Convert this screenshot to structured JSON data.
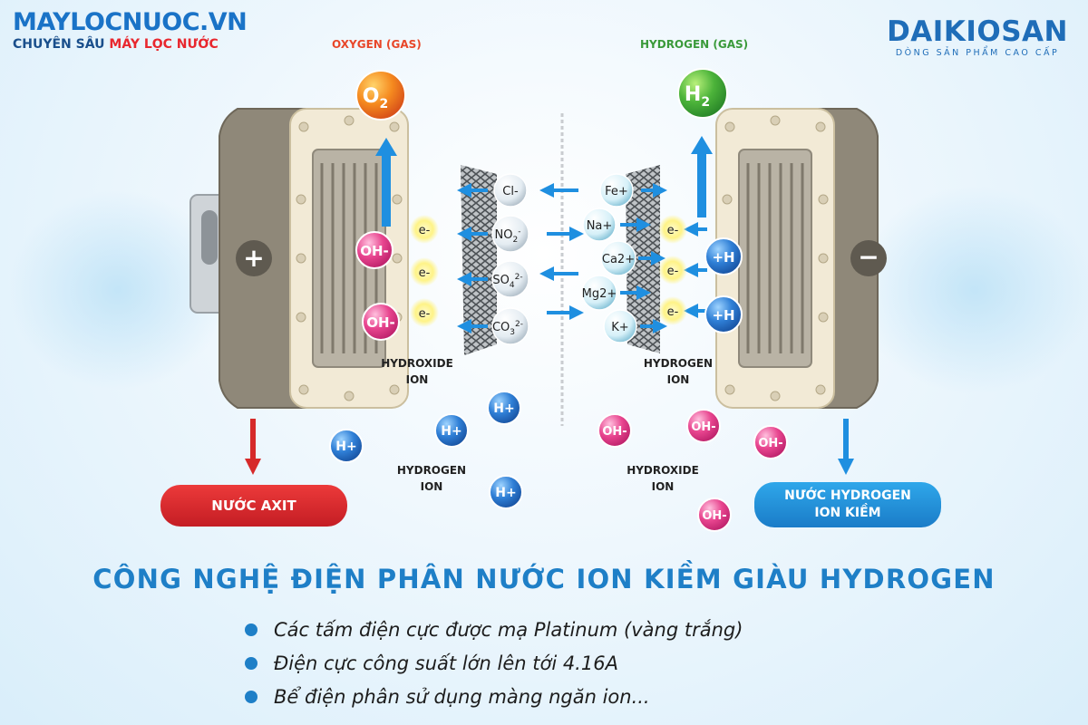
{
  "brand_left": {
    "logo": "MAYLOCNUOC.VN",
    "tag_a": "CHUYÊN SÂU",
    "tag_b": "MÁY LỌC NƯỚC"
  },
  "brand_right": {
    "logo": "DAIKIOSAN",
    "tag": "DÒNG SẢN PHẨM CAO CẤP"
  },
  "gas": {
    "oxygen": {
      "label": "OXYGEN (GAS)",
      "color": "#e8472a"
    },
    "hydrogen": {
      "label": "HYDROGEN (GAS)",
      "color": "#3a9a3a"
    }
  },
  "molecules": {
    "o2": "O",
    "o2_sub": "2",
    "h2": "H",
    "h2_sub": "2"
  },
  "electrodes": {
    "positive": "+",
    "negative": "−"
  },
  "left_ions": {
    "hydroxide": "OH-",
    "electron": "e-"
  },
  "anions": {
    "cl": "Cl-",
    "no2": {
      "base": "NO",
      "sub": "2",
      "sup": "-"
    },
    "so4": {
      "base": "SO",
      "sub": "4",
      "sup": "2-"
    },
    "co3": {
      "base": "CO",
      "sub": "3",
      "sup": "2-"
    }
  },
  "cations": {
    "fe": "Fe+",
    "na": "Na+",
    "ca": "Ca2+",
    "mg": "Mg2+",
    "k": "K+"
  },
  "right_ions": {
    "hydrogen_plus": "+H",
    "electron": "e-"
  },
  "labels": {
    "hydroxide_ion_l1": "HYDROXIDE",
    "hydroxide_ion_l2": "ION",
    "hydrogen_ion_l1": "HYDROGEN",
    "hydrogen_ion_l2": "ION",
    "bottom_hydrogen_l1": "HYDROGEN",
    "bottom_hydrogen_l2": "ION",
    "bottom_hydroxide_l1": "HYDROXIDE",
    "bottom_hydroxide_l2": "ION"
  },
  "free_ions": {
    "h_plus": "H+",
    "oh_minus": "OH-"
  },
  "outputs": {
    "acid": {
      "label": "NƯỚC AXIT",
      "color": "#e0242b"
    },
    "alkaline": {
      "line1": "NƯỚC HYDROGEN",
      "line2": "ION KIỀM",
      "color": "#1e8fd8"
    }
  },
  "headline": "CÔNG NGHỆ ĐIỆN PHÂN NƯỚC ION KIỀM GIÀU HYDROGEN",
  "bullets": [
    "Các tấm điện cực được mạ Platinum (vàng trắng)",
    "Điện cực công suất lớn lên tới 4.16A",
    "Bể điện phân sử dụng màng ngăn ion..."
  ]
}
